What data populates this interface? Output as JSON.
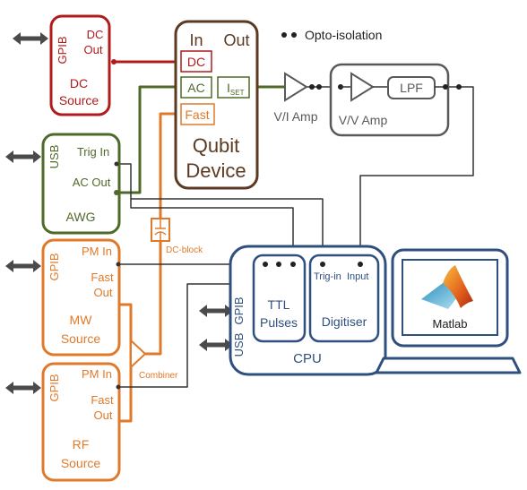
{
  "legend": {
    "label": "Opto-isolation"
  },
  "dc_source": {
    "port": "GPIB",
    "out_line1": "DC",
    "out_line2": "Out",
    "name_line1": "DC",
    "name_line2": "Source"
  },
  "awg": {
    "port": "USB",
    "trig_in": "Trig In",
    "ac_out": "AC Out",
    "name": "AWG"
  },
  "mw_source": {
    "port": "GPIB",
    "pm_in": "PM In",
    "fast_line1": "Fast",
    "fast_line2": "Out",
    "name_line1": "MW",
    "name_line2": "Source"
  },
  "rf_source": {
    "port": "GPIB",
    "pm_in": "PM In",
    "fast_line1": "Fast",
    "fast_line2": "Out",
    "name_line1": "RF",
    "name_line2": "Source"
  },
  "qubit": {
    "in_label": "In",
    "out_label": "Out",
    "dc": "DC",
    "ac": "AC",
    "fast": "Fast",
    "iset_main": "I",
    "iset_sub": "SET",
    "name_line1": "Qubit",
    "name_line2": "Device"
  },
  "amplifiers": {
    "vi_label": "V/I Amp",
    "vv_label": "V/V Amp",
    "lpf": "LPF"
  },
  "dc_block": {
    "label": "DC-block"
  },
  "combiner": {
    "label": "Combiner"
  },
  "cpu": {
    "name": "CPU",
    "port_gpib": "GPIB",
    "port_usb": "USB",
    "ttl_line1": "TTL",
    "ttl_line2": "Pulses",
    "trig_in": "Trig-in",
    "input": "Input",
    "digitiser": "Digitiser"
  },
  "monitor": {
    "app_label": "Matlab"
  },
  "colors": {
    "dc": "#b01c1c",
    "awg": "#4f6a28",
    "source": "#e07a2a",
    "cpu": "#2f4f7f",
    "qubit": "#5c3a22",
    "amp": "#595959",
    "wire": "#333333"
  }
}
